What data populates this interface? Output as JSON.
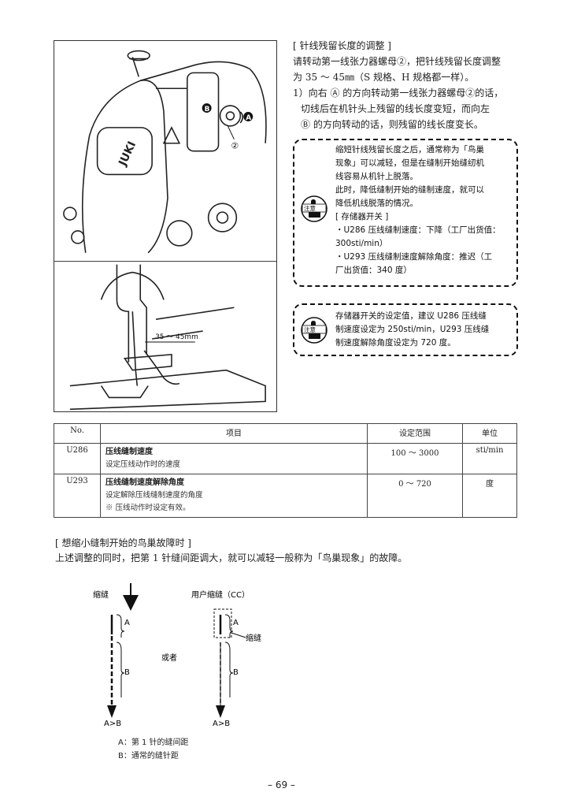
{
  "figure": {
    "label_circle2": "②",
    "label_b": "B",
    "label_a": "A",
    "brand": "JUKI",
    "measure": "35 ～ 45mm"
  },
  "right": {
    "title": "[ 针线残留长度的调整 ]",
    "p1": [
      "请转动第一线张力器螺母②，把针线残留长度调整",
      "为 35 ～ 45㎜（S 规格、H 规格都一样）。"
    ],
    "p2": [
      "1）向右 Ⓐ 的方向转动第一线张力器螺母②的话，",
      "切线后在机针头上残留的线长度变短，而向左",
      "Ⓑ 的方向转动的话，则残留的线长度变长。"
    ]
  },
  "note1": {
    "icon_text": "注意",
    "lines": [
      "缩短针线残留长度之后，通常称为「鸟巢",
      "现象」可以减轻，但是在缝制开始缝纫机",
      "线容易从机针上脱落。",
      "此时，降低缝制开始的缝制速度，就可以",
      "降低机线脱落的情况。",
      "[ 存储器开关 ]",
      "・U286 压线缝制速度：下降（工厂出货值：",
      "  300sti/min）",
      "・U293 压线缝制速度解除角度：推迟（工",
      "  厂出货值：340 度）"
    ]
  },
  "note2": {
    "icon_text": "注意",
    "lines": [
      "存储器开关的设定值，建议 U286 压线缝",
      "制速度设定为 250sti/min，U293 压线缝",
      "制速度解除角度设定为 720 度。"
    ]
  },
  "table": {
    "headers": [
      "No.",
      "项目",
      "设定范围",
      "单位"
    ],
    "rows": [
      {
        "no": "U286",
        "title": "压线缝制速度",
        "desc": [
          "设定压线动作时的速度"
        ],
        "range": "100 ～ 3000",
        "unit": "sti/min"
      },
      {
        "no": "U293",
        "title": "压线缝制速度解除角度",
        "desc": [
          "设定解除压线缝制速度的角度",
          "※ 压线动作时设定有效。"
        ],
        "range": "0 ～ 720",
        "unit": "度"
      }
    ]
  },
  "section2": {
    "title": "[ 想缩小缝制开始的鸟巢故障时 ]",
    "body": "上述调整的同时，把第 1 针缝间距调大，就可以减轻一般称为「鸟巢现象」的故障。"
  },
  "diagram": {
    "left_label": "缩缝",
    "right_label": "用户缩缝（CC）",
    "right_side_label": "缩缝",
    "or": "或者",
    "a": "A",
    "b": "B",
    "cmp": "A>B",
    "legend_a": "A：第 1 针的缝间距",
    "legend_b": "B：通常的缝针距"
  },
  "page_number": "– 69 –"
}
